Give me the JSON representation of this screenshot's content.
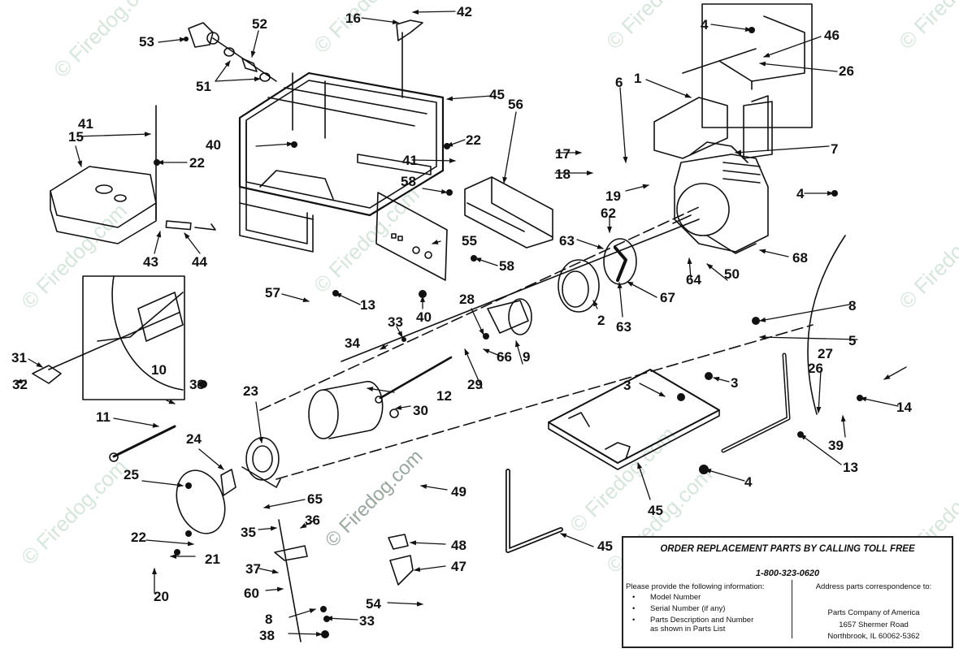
{
  "diagram": {
    "title": "Generator exploded parts diagram",
    "watermark_text": "© Firedog.com",
    "watermark_color": "#d6e6dc",
    "ink_color": "#111111",
    "callouts": [
      {
        "id": "c53",
        "label": "53"
      },
      {
        "id": "c52",
        "label": "52"
      },
      {
        "id": "c51",
        "label": "51"
      },
      {
        "id": "c16",
        "label": "16"
      },
      {
        "id": "c42",
        "label": "42"
      },
      {
        "id": "c45a",
        "label": "45"
      },
      {
        "id": "c56",
        "label": "56"
      },
      {
        "id": "c22a",
        "label": "22"
      },
      {
        "id": "c41a",
        "label": "41"
      },
      {
        "id": "c40a",
        "label": "40"
      },
      {
        "id": "c41b",
        "label": "41"
      },
      {
        "id": "c15",
        "label": "15"
      },
      {
        "id": "c22b",
        "label": "22"
      },
      {
        "id": "c43",
        "label": "43"
      },
      {
        "id": "c44",
        "label": "44"
      },
      {
        "id": "c58a",
        "label": "58"
      },
      {
        "id": "c55",
        "label": "55"
      },
      {
        "id": "c58b",
        "label": "58"
      },
      {
        "id": "c57",
        "label": "57"
      },
      {
        "id": "c13a",
        "label": "13"
      },
      {
        "id": "c40b",
        "label": "40"
      },
      {
        "id": "c4a",
        "label": "4"
      },
      {
        "id": "c46",
        "label": "46"
      },
      {
        "id": "c26a",
        "label": "26"
      },
      {
        "id": "c1",
        "label": "1"
      },
      {
        "id": "c6",
        "label": "6"
      },
      {
        "id": "c7",
        "label": "7"
      },
      {
        "id": "c17",
        "label": "17"
      },
      {
        "id": "c18",
        "label": "18"
      },
      {
        "id": "c19",
        "label": "19"
      },
      {
        "id": "c4b",
        "label": "4"
      },
      {
        "id": "c62",
        "label": "62"
      },
      {
        "id": "c63a",
        "label": "63"
      },
      {
        "id": "c64",
        "label": "64"
      },
      {
        "id": "c50",
        "label": "50"
      },
      {
        "id": "c68",
        "label": "68"
      },
      {
        "id": "c67",
        "label": "67"
      },
      {
        "id": "c63b",
        "label": "63"
      },
      {
        "id": "c2",
        "label": "2"
      },
      {
        "id": "c28",
        "label": "28"
      },
      {
        "id": "c33a",
        "label": "33"
      },
      {
        "id": "c34",
        "label": "34"
      },
      {
        "id": "c66",
        "label": "66"
      },
      {
        "id": "c9",
        "label": "9"
      },
      {
        "id": "c29",
        "label": "29"
      },
      {
        "id": "c8a",
        "label": "8"
      },
      {
        "id": "c5",
        "label": "5"
      },
      {
        "id": "c27",
        "label": "27"
      },
      {
        "id": "c26b",
        "label": "26"
      },
      {
        "id": "c14",
        "label": "14"
      },
      {
        "id": "c3a",
        "label": "3"
      },
      {
        "id": "c3b",
        "label": "3"
      },
      {
        "id": "c39",
        "label": "39"
      },
      {
        "id": "c13b",
        "label": "13"
      },
      {
        "id": "c4c",
        "label": "4"
      },
      {
        "id": "c45b",
        "label": "45"
      },
      {
        "id": "c31",
        "label": "31"
      },
      {
        "id": "c32",
        "label": "32"
      },
      {
        "id": "c33b",
        "label": "33"
      },
      {
        "id": "c10",
        "label": "10"
      },
      {
        "id": "c12",
        "label": "12"
      },
      {
        "id": "c30",
        "label": "30"
      },
      {
        "id": "c11",
        "label": "11"
      },
      {
        "id": "c23",
        "label": "23"
      },
      {
        "id": "c24",
        "label": "24"
      },
      {
        "id": "c25",
        "label": "25"
      },
      {
        "id": "c65",
        "label": "65"
      },
      {
        "id": "c36",
        "label": "36"
      },
      {
        "id": "c49",
        "label": "49"
      },
      {
        "id": "c35",
        "label": "35"
      },
      {
        "id": "c22c",
        "label": "22"
      },
      {
        "id": "c21",
        "label": "21"
      },
      {
        "id": "c20",
        "label": "20"
      },
      {
        "id": "c37",
        "label": "37"
      },
      {
        "id": "c60",
        "label": "60"
      },
      {
        "id": "c8b",
        "label": "8"
      },
      {
        "id": "c33c",
        "label": "33"
      },
      {
        "id": "c38",
        "label": "38"
      },
      {
        "id": "c48",
        "label": "48"
      },
      {
        "id": "c47",
        "label": "47"
      },
      {
        "id": "c54",
        "label": "54"
      },
      {
        "id": "c45c",
        "label": "45"
      }
    ]
  },
  "order_box": {
    "title": "ORDER REPLACEMENT PARTS BY CALLING TOLL FREE",
    "phone": "1-800-323-0620",
    "provide_heading": "Please provide the following information:",
    "bullet": "•",
    "items": [
      "Model Number",
      "Serial Number (if any)",
      "Parts Description and Number",
      "as shown in Parts List"
    ],
    "address_heading": "Address parts correspondence to:",
    "company": "Parts Company of America",
    "street": "1657 Shermer Road",
    "city": "Northbrook, IL 60062-5362"
  }
}
